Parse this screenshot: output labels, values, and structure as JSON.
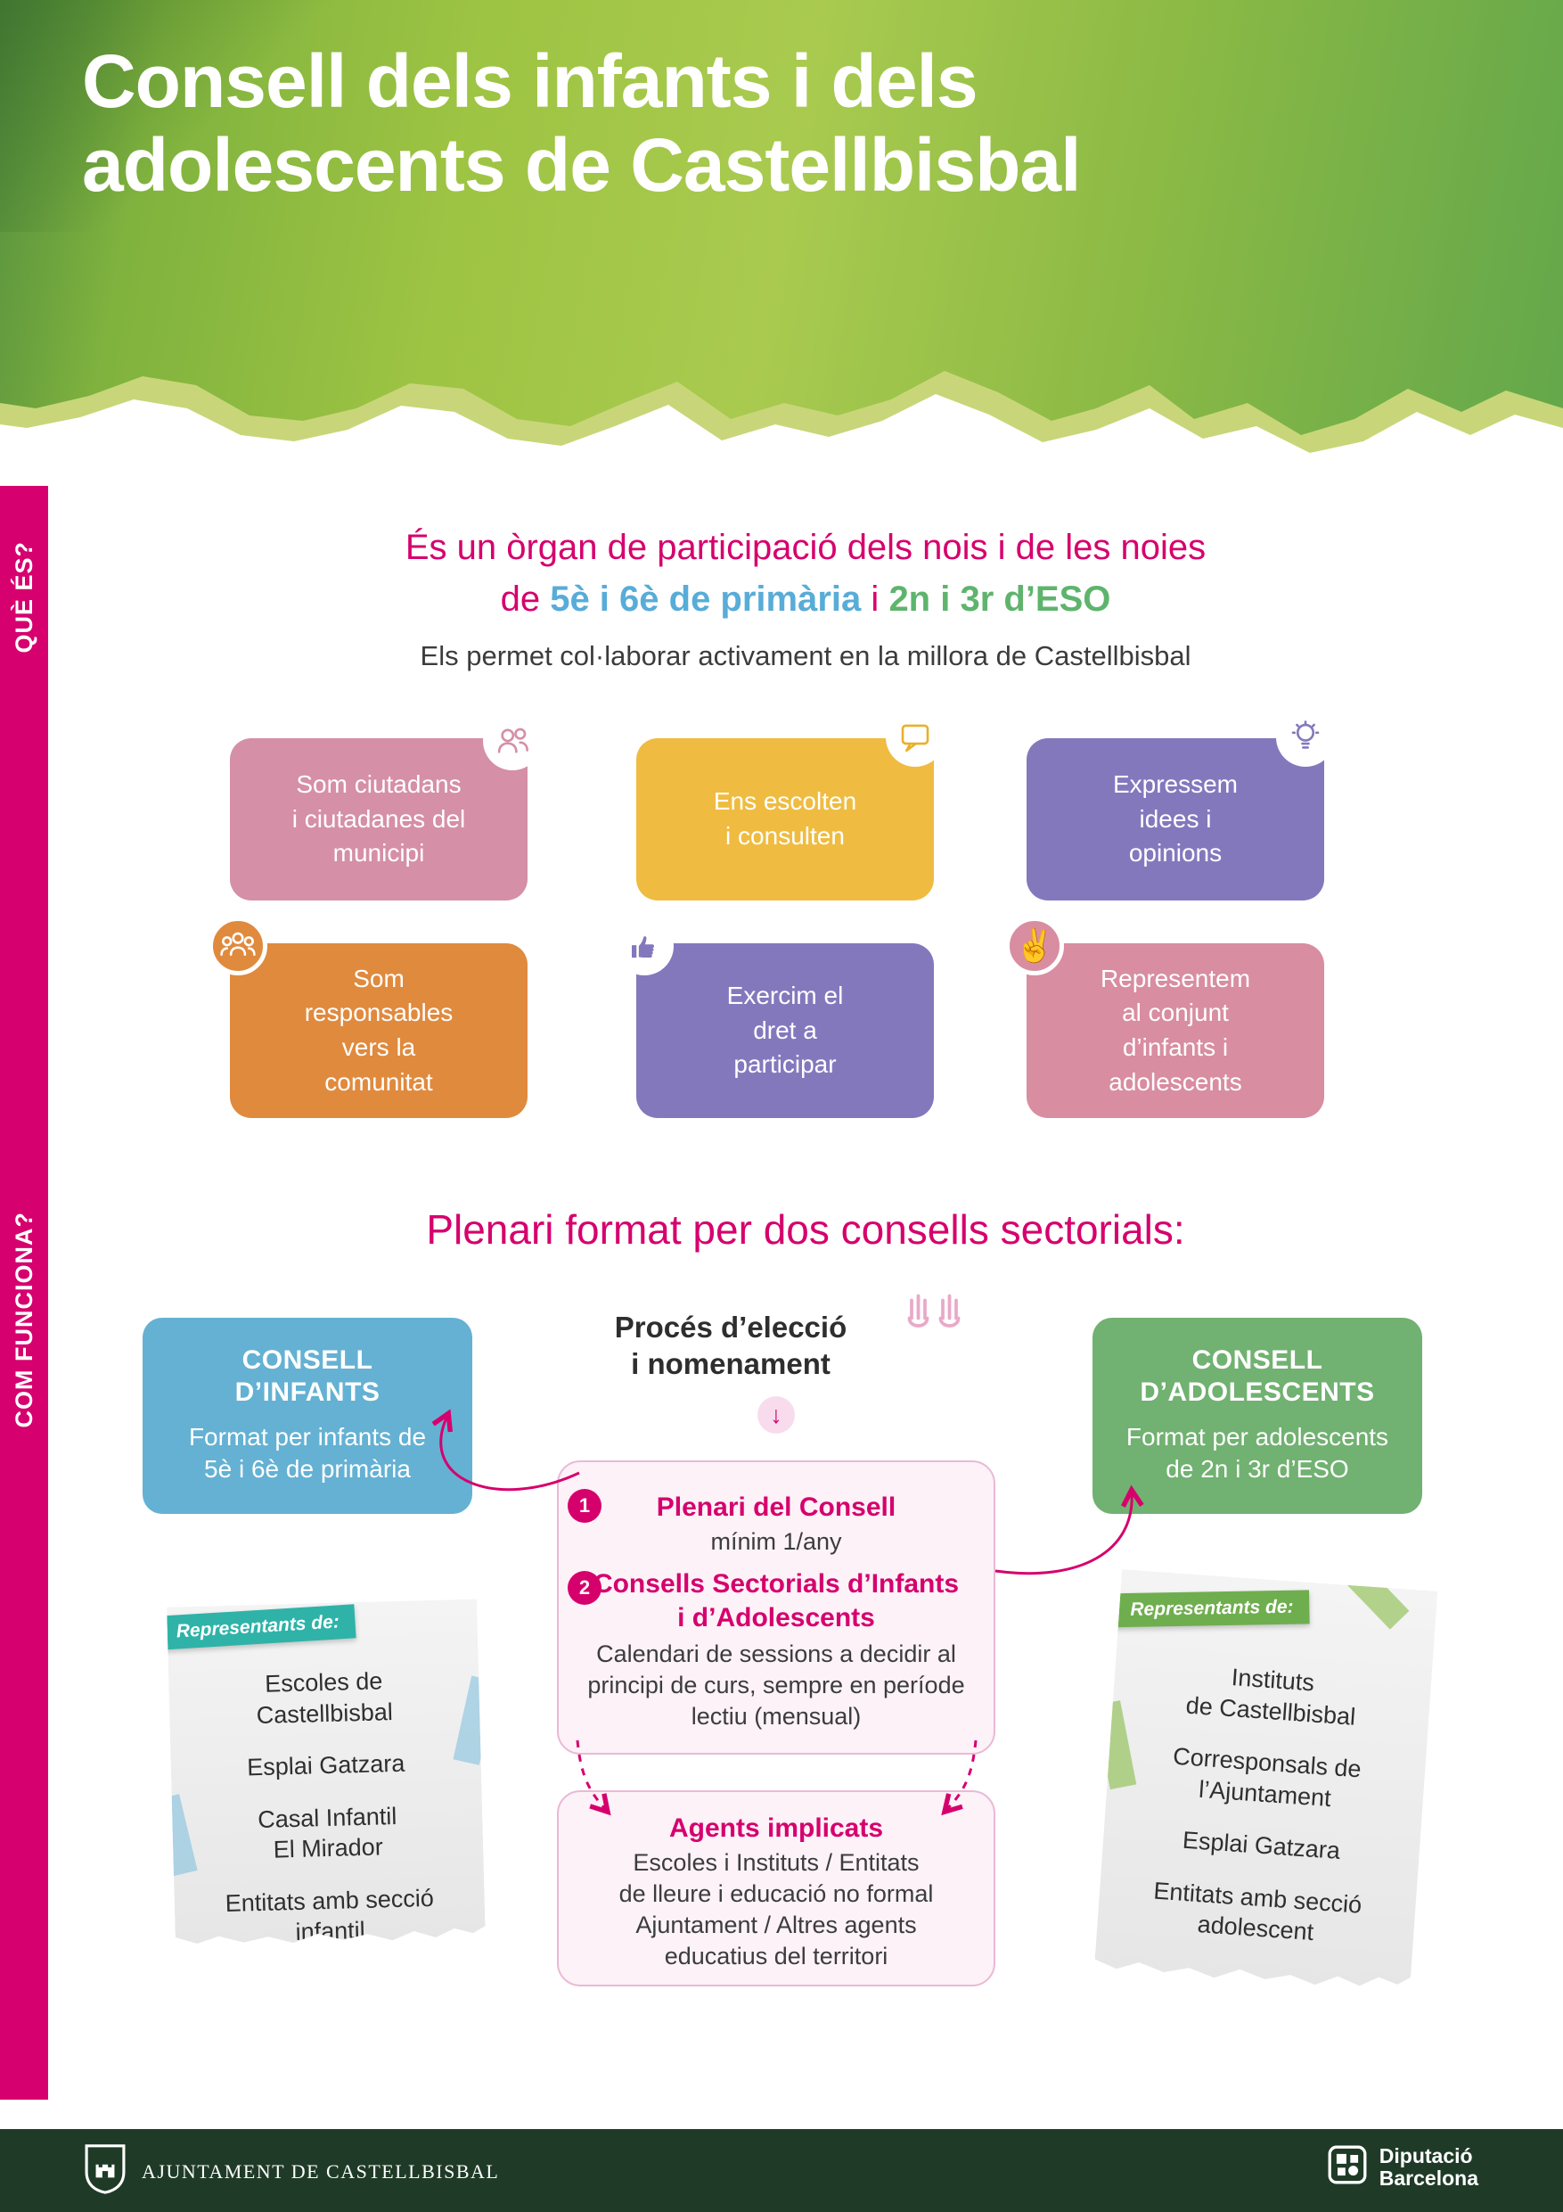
{
  "header": {
    "title": "Consell dels infants i dels\nadolescents de Castellbisbal"
  },
  "sidebar": {
    "que_es": "QUÈ ÉS?",
    "com_funciona": "COM FUNCIONA?"
  },
  "intro": {
    "line1": "És un òrgan de participació dels nois i de les noies",
    "line2_de": "de",
    "line2_primaria": "5è i 6è de primària",
    "line2_i": "i",
    "line2_eso": "2n i 3r d’ESO",
    "line3": "Els permet col·laborar activament en la millora de Castellbisbal"
  },
  "cards": [
    {
      "label": "Som ciutadans\ni ciutadanes del\nmunicipi",
      "color": "#d58fa6",
      "icon": "citizens-icon"
    },
    {
      "label": "Ens escolten\ni consulten",
      "color": "#efbc41",
      "icon": "speech-bubble-icon"
    },
    {
      "label": "Expressem\nidees i\nopinions",
      "color": "#8478bd",
      "icon": "idea-icon"
    },
    {
      "label": "Som\nresponsables\nvers la\ncomunitat",
      "color": "#e08a3e",
      "icon": "community-icon"
    },
    {
      "label": "Exercim el\ndret a\nparticipar",
      "color": "#8478bd",
      "icon": "thumbs-up-icon"
    },
    {
      "label": "Representem\nal conjunt\nd’infants i\nadolescents",
      "color": "#d88da1",
      "icon": "peace-hand-icon"
    }
  ],
  "section2": {
    "title": "Plenari format per dos consells sectorials:",
    "consell_infants": {
      "title": "CONSELL\nD’INFANTS",
      "body": "Format per infants de\n5è i 6è de primària"
    },
    "proces": {
      "title": "Procés d’elecció\ni nomenament",
      "arrow": "↓"
    },
    "consell_adolescents": {
      "title": "CONSELL\nD’ADOLESCENTS",
      "body": "Format per adolescents\nde 2n i 3r d’ESO"
    },
    "plenari_box": {
      "item1": {
        "num": "1",
        "title": "Plenari del Consell",
        "body": "mínim 1/any"
      },
      "item2": {
        "num": "2",
        "title": "Consells Sectorials d’Infants\ni d’Adolescents",
        "body": "Calendari de sessions a decidir al\nprincipi de curs, sempre en període\nlectiu (mensual)"
      }
    },
    "agents_box": {
      "title": "Agents implicats",
      "body": "Escoles i Instituts / Entitats\nde lleure i educació no formal\nAjuntament / Altres agents\neducatius del territori"
    },
    "note_left": {
      "label": "Representants de:",
      "items": [
        "Escoles de\nCastellbisbal",
        "Esplai Gatzara",
        "Casal Infantil\nEl Mirador",
        "Entitats amb secció\ninfantil"
      ]
    },
    "note_right": {
      "label": "Representants de:",
      "items": [
        "Instituts\nde Castellbisbal",
        "Corresponsals de\nl’Ajuntament",
        "Esplai Gatzara",
        "Entitats amb secció\nadolescent"
      ]
    }
  },
  "footer": {
    "ajuntament": "AJUNTAMENT DE CASTELLBISBAL",
    "diputacio_line1": "Diputació",
    "diputacio_line2": "Barcelona"
  },
  "colors": {
    "magenta": "#d6006d",
    "blue_text": "#58acd8",
    "green_text": "#5eb46c",
    "card_pink": "#d58fa6",
    "card_yellow": "#efbc41",
    "card_purple": "#8478bd",
    "card_orange": "#e08a3e",
    "card_rose": "#d88da1",
    "infants_blue": "#64b1d3",
    "adolescents_green": "#71b171",
    "header_green_light": "#a9ca4f",
    "header_green_dark": "#558f3f",
    "footer_green": "#1f3b27",
    "note_label_teal": "#2fb3a8",
    "note_label_green": "#6fae4e"
  }
}
